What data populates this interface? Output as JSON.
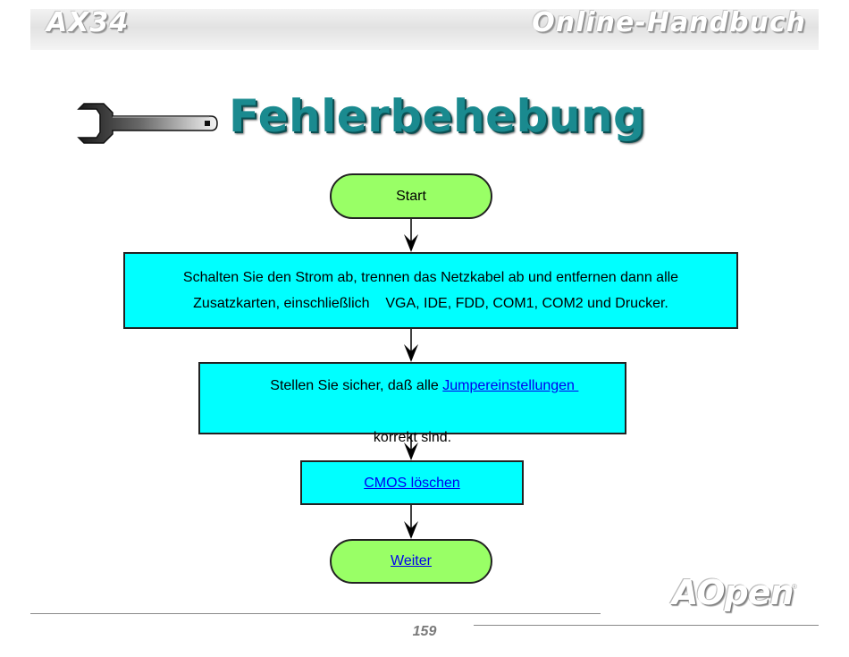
{
  "header": {
    "left_title": "AX34",
    "right_title": "Online-Handbuch"
  },
  "page": {
    "title": "Fehlerbehebung",
    "title_icon": "wrench-icon"
  },
  "flowchart": {
    "start": "Start",
    "step1_line1": "Schalten Sie den Strom ab, trennen das Netzkabel ab und entfernen dann alle",
    "step1_line2": "Zusatzkarten, einschließlich    VGA, IDE, FDD, COM1, COM2 und Drucker.",
    "step2_prefix": "Stellen Sie sicher, daß alle ",
    "step2_link": "Jumpereinstellungen ",
    "step2_suffix": "korrekt sind.",
    "step3_link": "CMOS löschen",
    "end_link": "Weiter"
  },
  "colors": {
    "terminal_fill": "#99ff66",
    "process_fill": "#00ffff",
    "title": "#1a8a8f",
    "link": "#0000ee"
  },
  "footer": {
    "brand": "AOpen",
    "page_number": "159"
  }
}
